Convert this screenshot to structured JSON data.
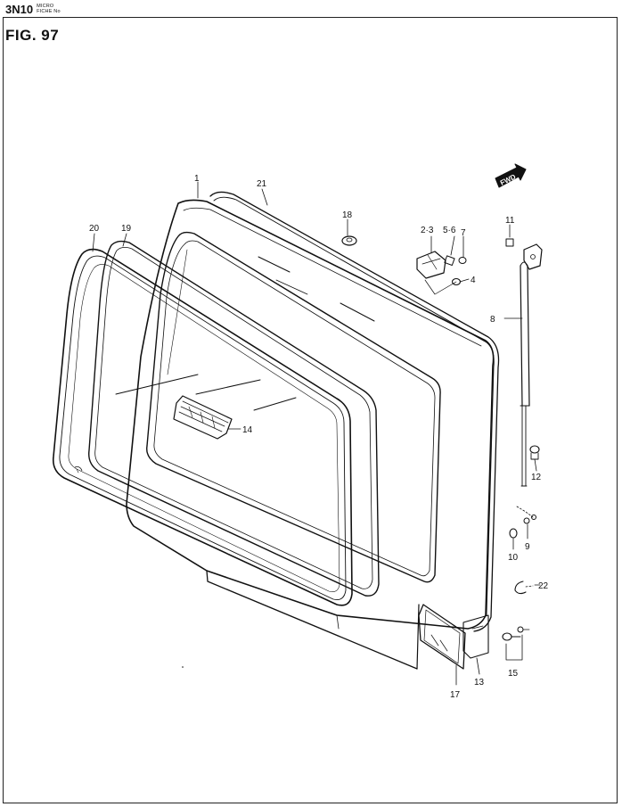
{
  "header": {
    "code": "3N10",
    "micro_line1": "MICRO",
    "micro_line2": "FICHE No"
  },
  "figure": {
    "label": "FIG.  97"
  },
  "direction_badge": {
    "text": "FWD"
  },
  "callouts": {
    "p1": "1",
    "p21": "21",
    "p20": "20",
    "p19": "19",
    "p18": "18",
    "p2_3": "2·3",
    "p5_6": "5·6",
    "p7": "7",
    "p4": "4",
    "p11": "11",
    "p8": "8",
    "p14": "14",
    "p12": "12",
    "p9": "9",
    "p10": "10",
    "p22": "22",
    "p15": "15",
    "p13": "13",
    "p17": "17"
  }
}
